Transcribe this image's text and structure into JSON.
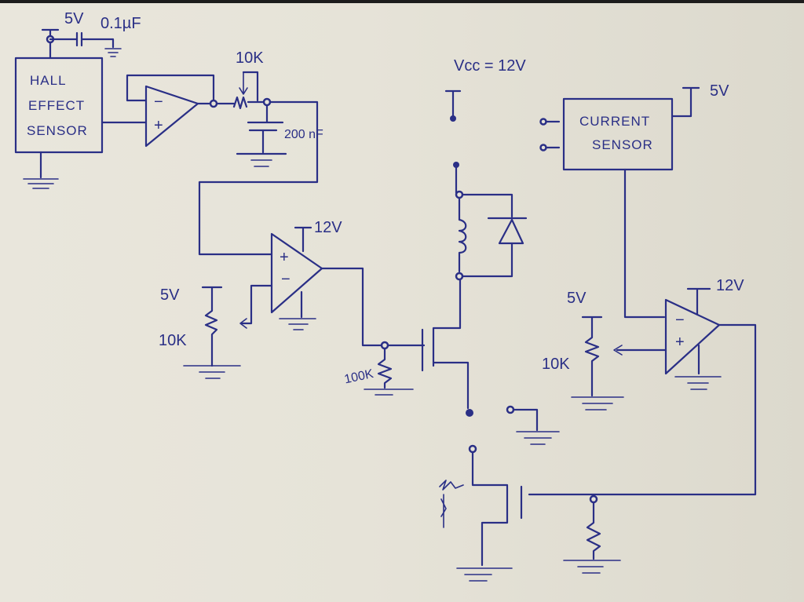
{
  "diagram": {
    "type": "hand-drawn circuit schematic",
    "ink_color": "#2a2f86",
    "paper_color": "#e6e3d8",
    "blocks": {
      "hall_sensor": {
        "line1": "HALL",
        "line2": "EFFECT",
        "line3": "SENSOR"
      },
      "current_sensor": {
        "line1": "CURRENT",
        "line2": "SENSOR"
      }
    },
    "labels": {
      "hall_supply": "5V",
      "decoupling_cap": "0.1µF",
      "filter_pot": "10K",
      "filter_cap": "200 nF",
      "vcc": "Vcc = 12V",
      "current_sensor_supply": "5V",
      "comparator1_supply": "12V",
      "comparator1_ref_supply": "5V",
      "comparator1_ref_pot": "10K",
      "gate_pulldown": "100K",
      "comparator2_supply": "12V",
      "comparator2_ref_supply": "5V",
      "comparator2_ref_pot": "10K"
    },
    "opamp_signs": {
      "plus": "+",
      "minus": "−"
    }
  }
}
